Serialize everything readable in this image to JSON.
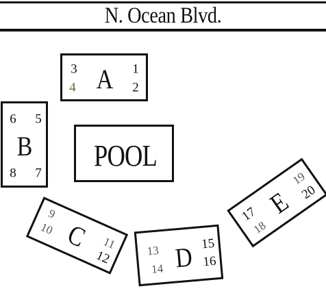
{
  "street": {
    "name": "N. Ocean Blvd."
  },
  "pool": {
    "label": "POOL"
  },
  "buildings": [
    {
      "letter": "A",
      "units": [
        "3",
        "4",
        "1",
        "2"
      ]
    },
    {
      "letter": "B",
      "units": [
        "6",
        "5",
        "8",
        "7"
      ]
    },
    {
      "letter": "C",
      "units": [
        "9",
        "10",
        "11",
        "12"
      ]
    },
    {
      "letter": "D",
      "units": [
        "13",
        "14",
        "15",
        "16"
      ]
    },
    {
      "letter": "E",
      "units": [
        "17",
        "18",
        "19",
        "20"
      ]
    }
  ],
  "colors": {
    "ink": "#111111",
    "background": "#ffffff"
  }
}
